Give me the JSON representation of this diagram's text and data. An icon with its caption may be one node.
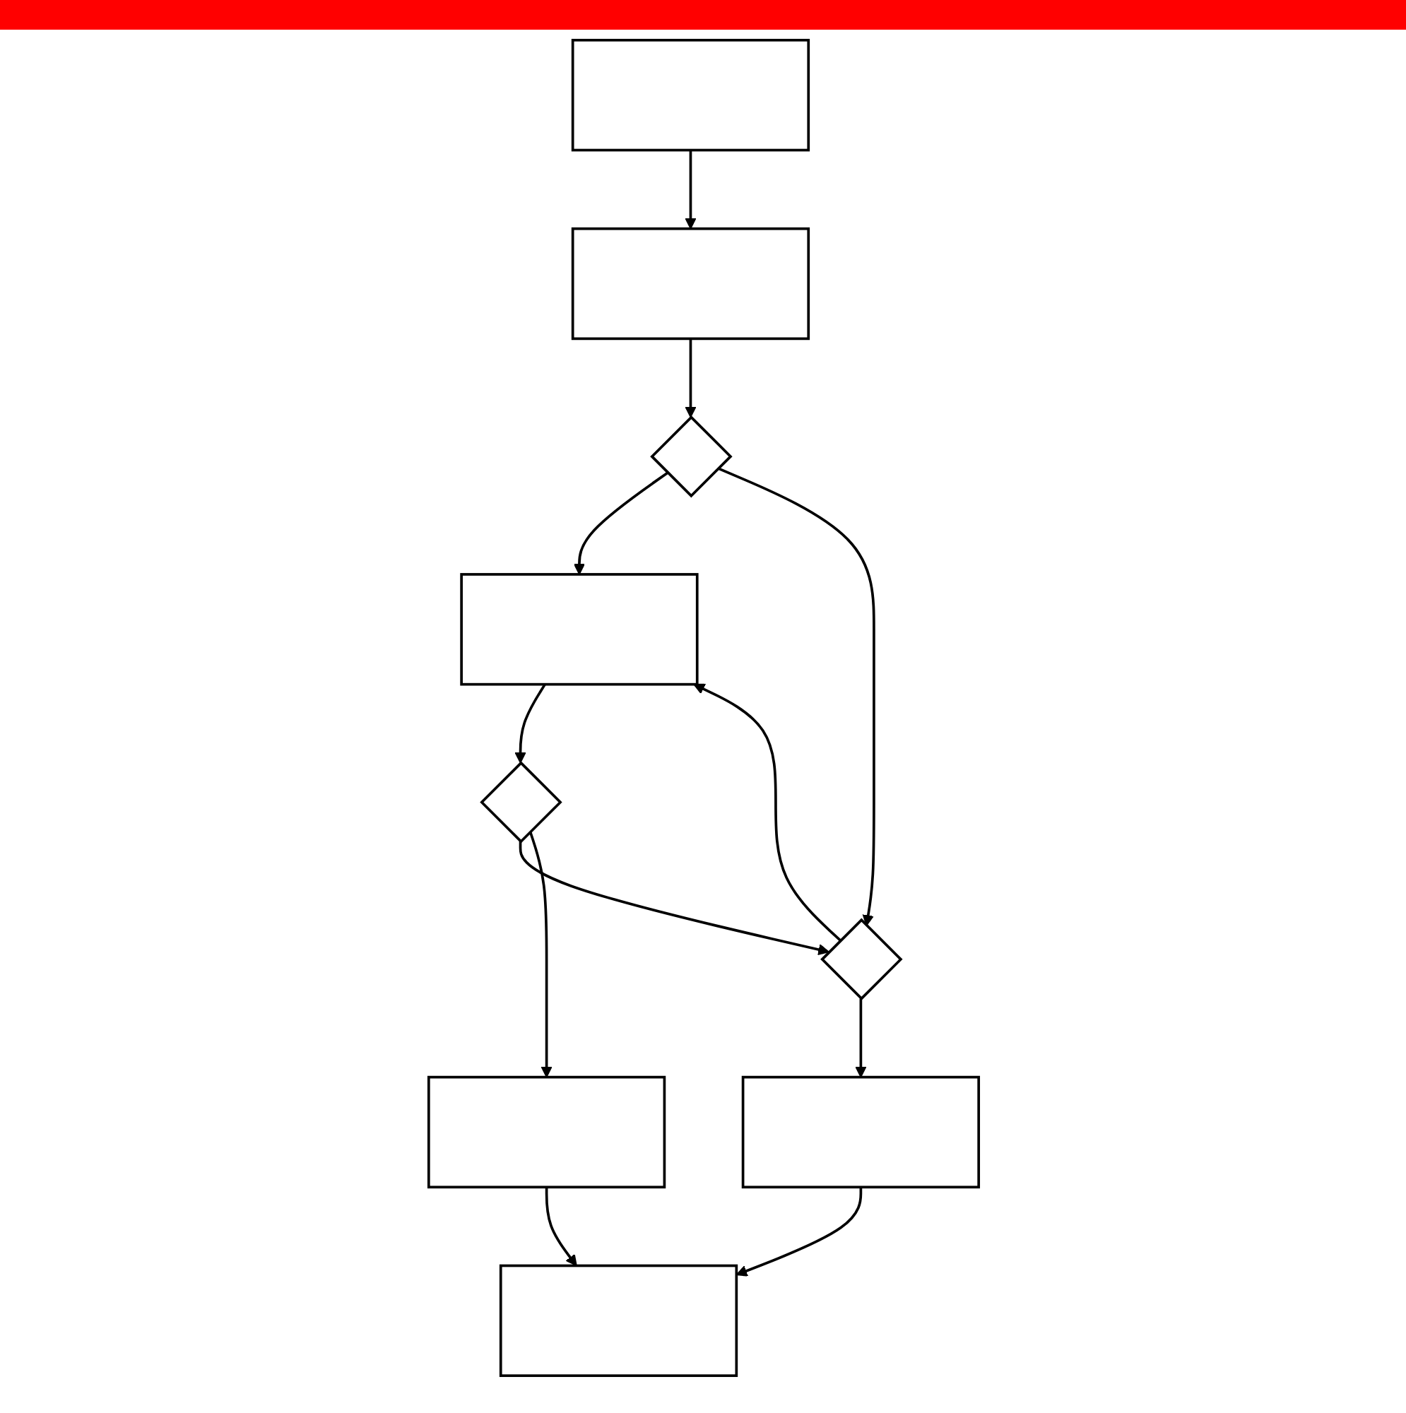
{
  "diagram": {
    "nodes": [
      {
        "text": [],
        "shape": "box"
      },
      {
        "text": [],
        "shape": "box"
      },
      {
        "text": [],
        "shape": "diamond"
      },
      {
        "text": [],
        "shape": "box"
      },
      {
        "text": [],
        "shape": "diamond"
      },
      {
        "text": [],
        "shape": "diamond"
      },
      {
        "text": [],
        "shape": "box"
      },
      {
        "text": [],
        "shape": "box"
      },
      {
        "text": [],
        "shape": "box"
      }
    ],
    "edges": [
      {
        "from": 0,
        "to": 1,
        "arrow": "to"
      },
      {
        "from": 1,
        "to": 2,
        "arrow": "to"
      },
      {
        "from": 2,
        "to": 3,
        "arrow": "to"
      },
      {
        "from": 2,
        "to": 5,
        "arrow": "to"
      },
      {
        "from": 5,
        "to": 3,
        "arrow": "to"
      },
      {
        "from": 3,
        "to": 4,
        "arrow": "to"
      },
      {
        "from": 4,
        "to": 5,
        "arrow": "to"
      },
      {
        "from": 4,
        "to": 6,
        "arrow": "to"
      },
      {
        "from": 5,
        "to": 7,
        "arrow": "to"
      },
      {
        "from": 6,
        "to": 8,
        "arrow": "to"
      },
      {
        "from": 7,
        "to": 8,
        "arrow": "to"
      }
    ]
  }
}
